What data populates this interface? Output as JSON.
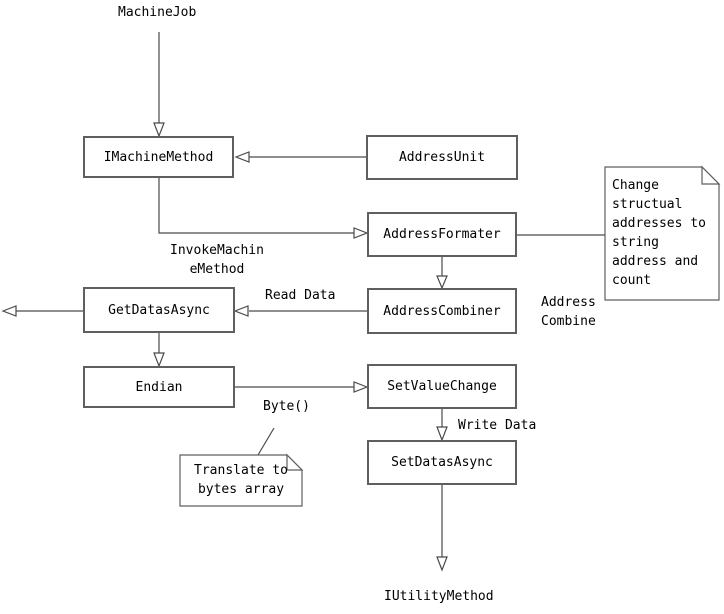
{
  "colors": {
    "background": "#ffffff",
    "line": "#4a4a4a",
    "box_border": "#5f5f5f",
    "text": "#000000"
  },
  "boxes": {
    "imachine_method": {
      "label": "IMachineMethod"
    },
    "address_unit": {
      "label": "AddressUnit"
    },
    "address_formater": {
      "label": "AddressFormater"
    },
    "get_datas_async": {
      "label": "GetDatasAsync"
    },
    "address_combiner": {
      "label": "AddressCombiner"
    },
    "endian": {
      "label": "Endian"
    },
    "set_value_change": {
      "label": "SetValueChange"
    },
    "set_datas_async": {
      "label": "SetDatasAsync"
    }
  },
  "terminals": {
    "machine_job": "MachineJob",
    "iutility_method": "IUtilityMethod"
  },
  "edge_labels": {
    "invoke_machine_method": {
      "lines": [
        "InvokeMachin",
        "eMethod"
      ]
    },
    "read_data": "Read Data",
    "address_combine": {
      "lines": [
        "Address",
        "Combine"
      ]
    },
    "byte": "Byte()",
    "write_data": "Write Data"
  },
  "notes": {
    "change_note": {
      "lines": [
        "Change",
        "structual",
        "addresses to",
        "string",
        "address and",
        "count"
      ]
    },
    "translate_note": {
      "lines": [
        "Translate to",
        "bytes array"
      ]
    }
  }
}
